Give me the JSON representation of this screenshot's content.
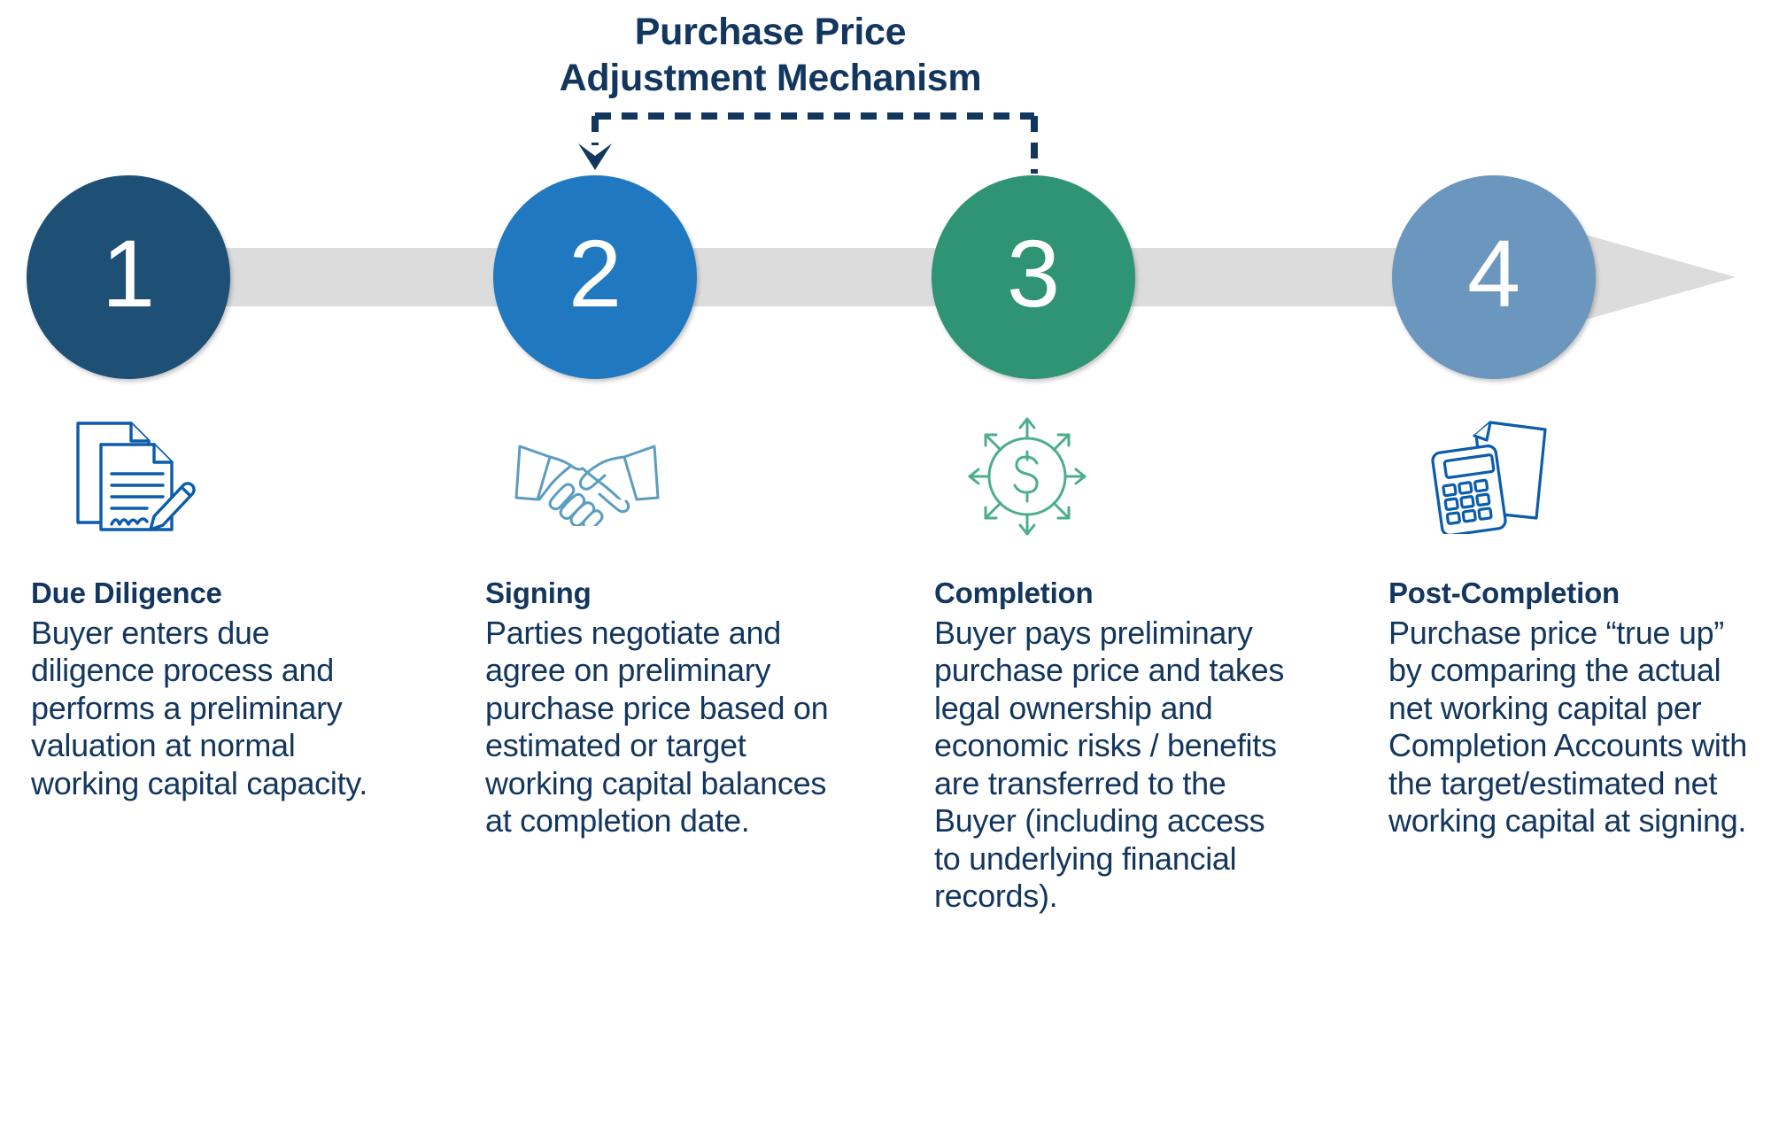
{
  "diagram": {
    "title_lines": [
      "Purchase Price",
      "Adjustment Mechanism"
    ],
    "connector": {
      "name": "dashed-bracket-from-completion-to-signing",
      "from_step": 3,
      "to_step": 2,
      "style": "dashed",
      "color": "#12365E"
    },
    "process_arrow": {
      "direction": "right",
      "color": "#DCDCDC"
    },
    "colors": {
      "text_navy": "#12365E",
      "step1": "#1E5076",
      "step2": "#2079C0",
      "step3": "#2E9473",
      "step4": "#6B96BD",
      "arrow_gray": "#DCDCDC",
      "icon_blue": "#0B5CAA",
      "icon_light_blue": "#5B9DC0",
      "icon_green": "#4CAE8B"
    },
    "steps": [
      {
        "number": "1",
        "heading": "Due Diligence",
        "body": "Buyer enters due diligence process and performs a preliminary valuation at normal working capital capacity.",
        "icon": "signed-document-icon",
        "circle_color": "#1E5076"
      },
      {
        "number": "2",
        "heading": "Signing",
        "body": "Parties negotiate and agree on preliminary purchase price based on estimated or target working capital balances at completion date.",
        "icon": "handshake-icon",
        "circle_color": "#2079C0"
      },
      {
        "number": "3",
        "heading": "Completion",
        "body": "Buyer pays preliminary purchase price and takes legal ownership and economic risks / benefits are transferred to the Buyer (including access to underlying financial records).",
        "icon": "dollar-circle-arrows-icon",
        "circle_color": "#2E9473"
      },
      {
        "number": "4",
        "heading": "Post-Completion",
        "body": "Purchase price “true up” by comparing the actual net working capital per Completion Accounts with the target/estimated net working capital at signing.",
        "icon": "calculator-document-icon",
        "circle_color": "#6B96BD"
      }
    ]
  }
}
